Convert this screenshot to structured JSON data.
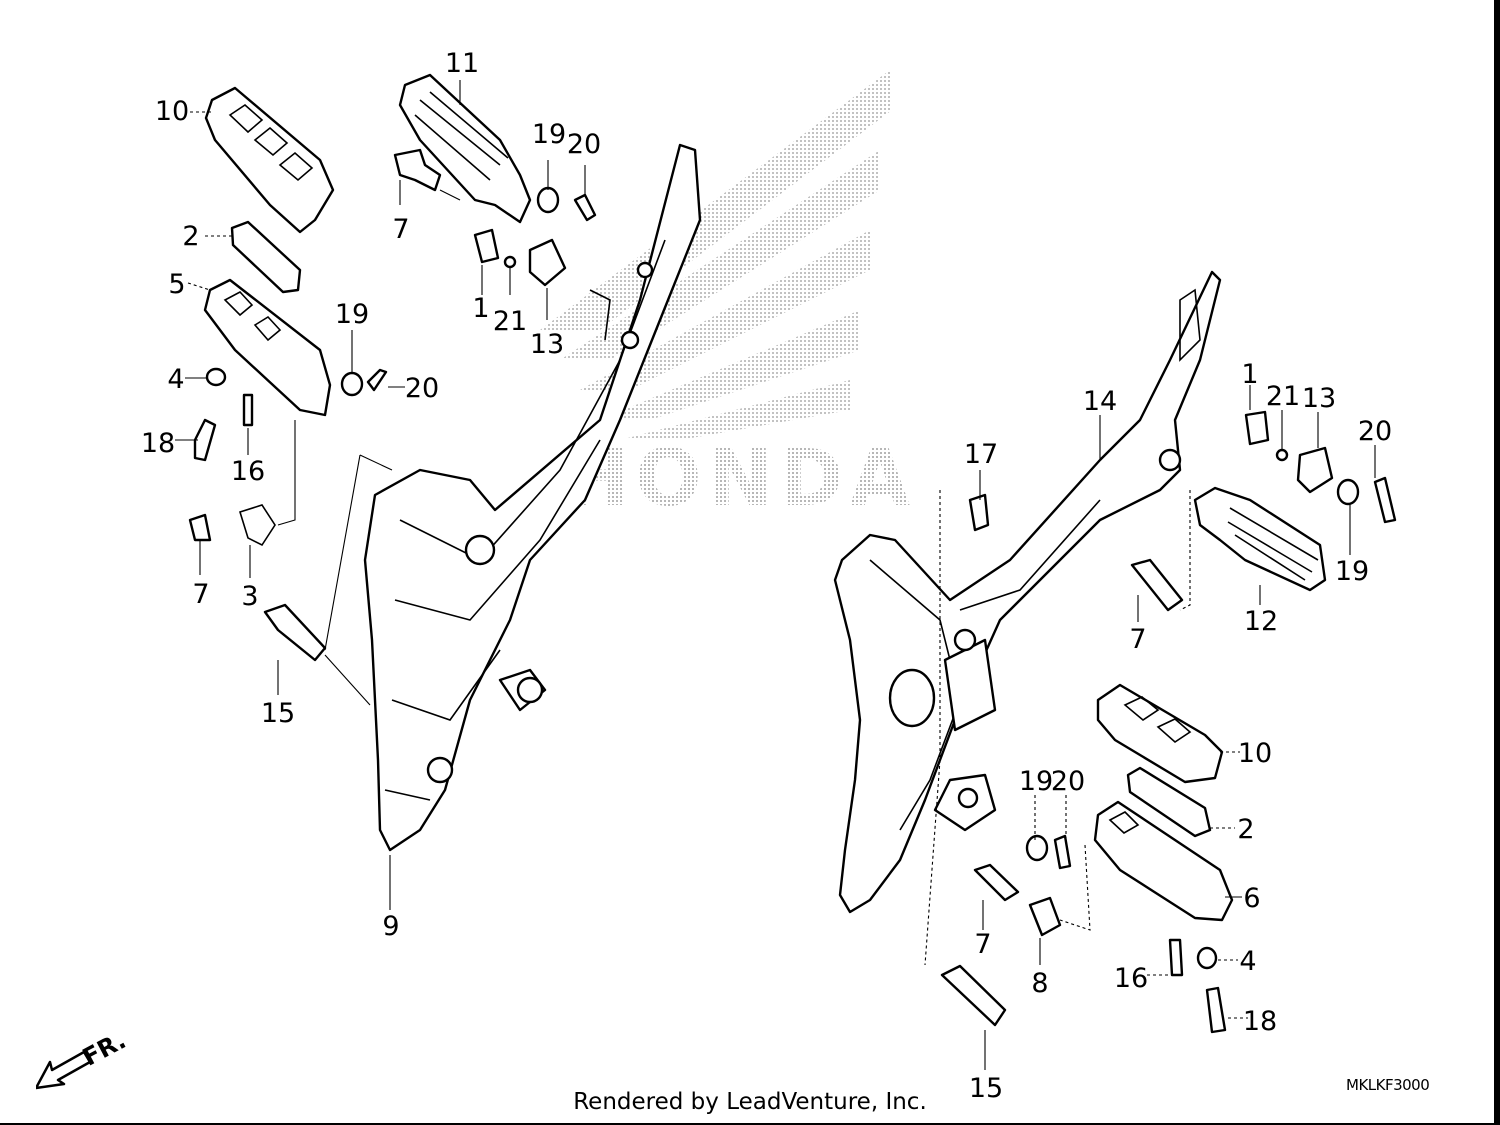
{
  "diagram_code": "MKLKF3000",
  "footer": "Rendered by LeadVenture, Inc.",
  "direction": "FR.",
  "watermark": "HONDA",
  "callouts": [
    {
      "id": "c10a",
      "text": "10"
    },
    {
      "id": "c11a",
      "text": "11"
    },
    {
      "id": "c19a",
      "text": "19"
    },
    {
      "id": "c20a",
      "text": "20"
    },
    {
      "id": "c2a",
      "text": "2"
    },
    {
      "id": "c7a",
      "text": "7"
    },
    {
      "id": "c1a",
      "text": "1"
    },
    {
      "id": "c21a",
      "text": "21"
    },
    {
      "id": "c13a",
      "text": "13"
    },
    {
      "id": "c5a",
      "text": "5"
    },
    {
      "id": "c19b",
      "text": "19"
    },
    {
      "id": "c4a",
      "text": "4"
    },
    {
      "id": "c20b",
      "text": "20"
    },
    {
      "id": "c18a",
      "text": "18"
    },
    {
      "id": "c16a",
      "text": "16"
    },
    {
      "id": "c7b",
      "text": "7"
    },
    {
      "id": "c3a",
      "text": "3"
    },
    {
      "id": "c15a",
      "text": "15"
    },
    {
      "id": "c9a",
      "text": "9"
    },
    {
      "id": "c14a",
      "text": "14"
    },
    {
      "id": "c17a",
      "text": "17"
    },
    {
      "id": "c1b",
      "text": "1"
    },
    {
      "id": "c21b",
      "text": "21"
    },
    {
      "id": "c13b",
      "text": "13"
    },
    {
      "id": "c20c",
      "text": "20"
    },
    {
      "id": "c19c",
      "text": "19"
    },
    {
      "id": "c12a",
      "text": "12"
    },
    {
      "id": "c7c",
      "text": "7"
    },
    {
      "id": "c10b",
      "text": "10"
    },
    {
      "id": "c19d",
      "text": "19"
    },
    {
      "id": "c20d",
      "text": "20"
    },
    {
      "id": "c2b",
      "text": "2"
    },
    {
      "id": "c6a",
      "text": "6"
    },
    {
      "id": "c7d",
      "text": "7"
    },
    {
      "id": "c8a",
      "text": "8"
    },
    {
      "id": "c16b",
      "text": "16"
    },
    {
      "id": "c4b",
      "text": "4"
    },
    {
      "id": "c18b",
      "text": "18"
    },
    {
      "id": "c15b",
      "text": "15"
    }
  ]
}
